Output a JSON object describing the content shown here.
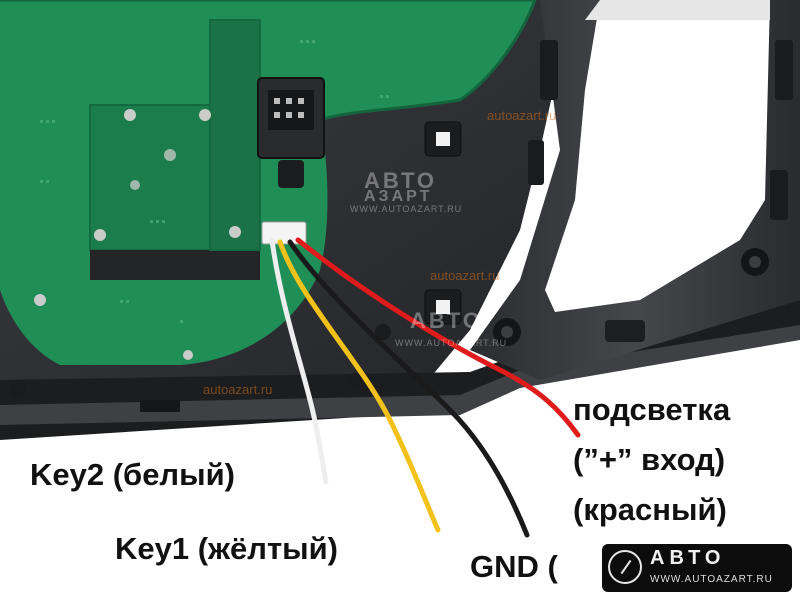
{
  "labels": {
    "backlight_line1": "подсветка",
    "backlight_line2": "(”+” вход)",
    "backlight_line3": "(красный)",
    "key2": "Key2 (белый)",
    "key1": "Key1 (жёлтый)",
    "gnd": "GND ("
  },
  "watermarks": {
    "site": "autoazart.ru",
    "brand_top": "АВТО",
    "brand_bottom": "АЗАРТ",
    "url": "WWW.AUTOAZART.RU"
  },
  "logo": {
    "brand": "АВТО",
    "url": "WWW.AUTOAZART.RU"
  },
  "colors": {
    "pcb": "#1f8f57",
    "housing": "#2e3033",
    "wire_white": "#eeeeee",
    "wire_yellow": "#f2c21a",
    "wire_black": "#1a1a1a",
    "wire_red": "#e01b1b"
  }
}
